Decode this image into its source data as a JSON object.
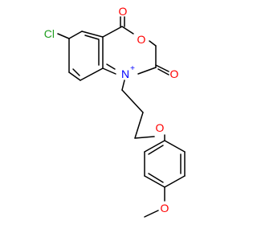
{
  "molecule": {
    "atoms": {
      "chlorine": "Cl",
      "carbonyl_oxygen_top": "O",
      "ring_oxygen": "O",
      "carbonyl_oxygen_right": "O",
      "ring_nitrogen": "N",
      "nitrogen_charge": "+",
      "ether_oxygen": "O",
      "methoxy_oxygen": "O"
    },
    "colors": {
      "chlorine": "#1f9e1f",
      "oxygen": "#ff0000",
      "nitrogen": "#0000ff",
      "bond": "#000000",
      "background": "#ffffff"
    }
  }
}
